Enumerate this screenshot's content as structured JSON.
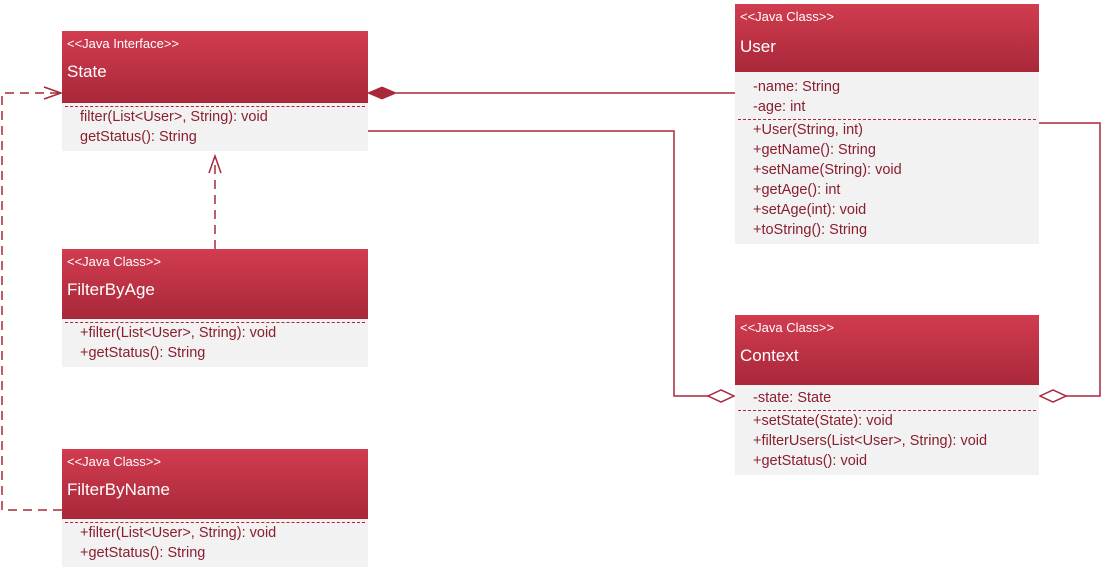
{
  "colors": {
    "header_top": "#d23c4f",
    "header_bottom": "#a8283a",
    "body": "#f2f2f2",
    "text": "#8a1f2f",
    "line": "#a8283a"
  },
  "classes": {
    "state": {
      "stereotype": "<<Java Interface>>",
      "name": "State",
      "attributes": [],
      "operations": [
        "filter(List<User>, String): void",
        "getStatus(): String"
      ]
    },
    "filter_by_age": {
      "stereotype": "<<Java Class>>",
      "name": "FilterByAge",
      "attributes": [],
      "operations": [
        "+filter(List<User>, String): void",
        "+getStatus(): String"
      ]
    },
    "filter_by_name": {
      "stereotype": "<<Java Class>>",
      "name": "FilterByName",
      "attributes": [],
      "operations": [
        "+filter(List<User>, String): void",
        "+getStatus(): String"
      ]
    },
    "user": {
      "stereotype": "<<Java Class>>",
      "name": "User",
      "attributes": [
        "-name: String",
        "-age: int"
      ],
      "operations": [
        "+User(String, int)",
        "+getName(): String",
        "+setName(String): void",
        "+getAge(): int",
        "+setAge(int): void",
        "+toString(): String"
      ]
    },
    "context": {
      "stereotype": "<<Java Class>>",
      "name": "Context",
      "attributes": [
        "-state: State"
      ],
      "operations": [
        "+setState(State): void",
        "+filterUsers(List<User>, String): void",
        "+getStatus(): void"
      ]
    }
  }
}
